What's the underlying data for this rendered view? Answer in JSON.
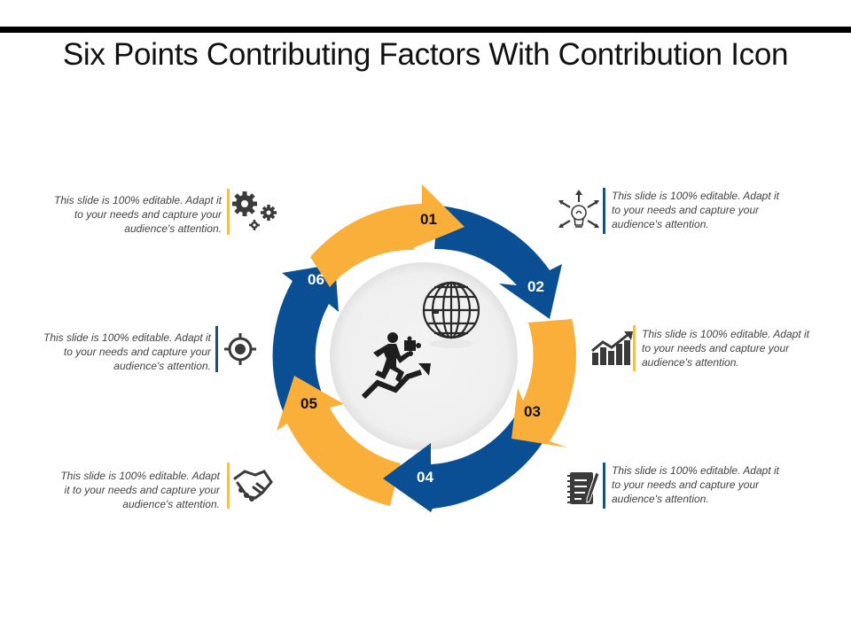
{
  "slide": {
    "title": "Six Points Contributing Factors With Contribution Icon"
  },
  "colors": {
    "orange": "#F9AF3A",
    "blue": "#0A4E93",
    "dark_icon": "#3A3A3A",
    "text": "#444444",
    "center_bg": "#F1F1F1"
  },
  "cycle": {
    "steps": [
      {
        "number": "01",
        "color": "orange"
      },
      {
        "number": "02",
        "color": "blue"
      },
      {
        "number": "03",
        "color": "orange"
      },
      {
        "number": "04",
        "color": "blue"
      },
      {
        "number": "05",
        "color": "orange"
      },
      {
        "number": "06",
        "color": "blue"
      }
    ],
    "center_icons": [
      "globe-icon",
      "running-businessman-puzzle-icon",
      "growth-arrow-icon"
    ]
  },
  "notes": [
    {
      "id": "top-left",
      "lines": [
        "This slide is 100% editable. Adapt it",
        "to your needs and capture your",
        "audience's attention."
      ],
      "icon": "gears-icon",
      "bar_color": "orange"
    },
    {
      "id": "top-right",
      "lines": [
        "This slide is 100% editable. Adapt it",
        "to your needs and capture your",
        "audience's attention."
      ],
      "icon": "lightbulb-idea-icon",
      "bar_color": "blue"
    },
    {
      "id": "mid-left",
      "lines": [
        "This slide is 100% editable. Adapt it",
        "to your needs and capture your",
        "audience's attention."
      ],
      "icon": "target-crosshair-icon",
      "bar_color": "blue"
    },
    {
      "id": "mid-right",
      "lines": [
        "This slide is 100% editable. Adapt it",
        "to your needs and capture your",
        "audience's attention."
      ],
      "icon": "bar-chart-growth-icon",
      "bar_color": "orange"
    },
    {
      "id": "bottom-left",
      "lines": [
        "This slide is 100% editable. Adapt",
        "it to your needs and capture your",
        "audience's attention."
      ],
      "icon": "handshake-icon",
      "bar_color": "orange"
    },
    {
      "id": "bottom-right",
      "lines": [
        "This slide is 100% editable. Adapt it",
        "to your needs and capture your",
        "audience's attention."
      ],
      "icon": "notebook-pen-icon",
      "bar_color": "blue"
    }
  ]
}
